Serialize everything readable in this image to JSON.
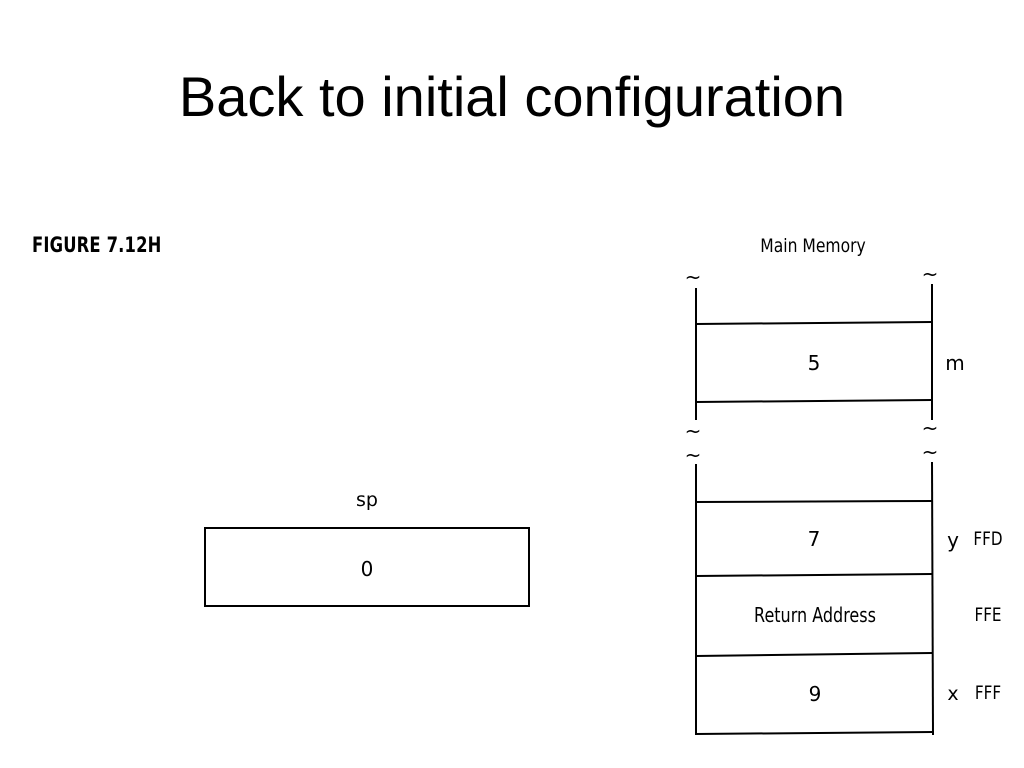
{
  "title": "Back to initial configuration",
  "figure_label": "FIGURE 7.12H",
  "sp": {
    "label": "sp",
    "value": "0"
  },
  "memory": {
    "heading": "Main Memory",
    "break_mark": "~",
    "cells": [
      {
        "value": "5",
        "variable": "m",
        "address": ""
      },
      {
        "value": "7",
        "variable": "y",
        "address": "FFD"
      },
      {
        "value": "Return Address",
        "variable": "",
        "address": "FFE"
      },
      {
        "value": "9",
        "variable": "x",
        "address": "FFF"
      }
    ]
  }
}
